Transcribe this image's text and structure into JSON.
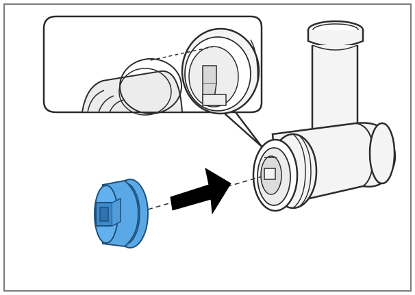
{
  "diagram": {
    "colors": {
      "frame": "#7a7a7a",
      "line": "#2b2b2b",
      "part_fill": "#f4f4f4",
      "shade_fill": "#d8d8d8",
      "accent_part": "#5aa9e6",
      "accent_part_dark": "#2f7fc1",
      "arrow": "#000000"
    },
    "elements": [
      {
        "name": "detail-callout",
        "icon": "magnified-inset"
      },
      {
        "name": "grinder-housing",
        "icon": "meat-grinder-body"
      },
      {
        "name": "adapter-part",
        "icon": "blue-cap-adapter"
      },
      {
        "name": "insert-arrow",
        "icon": "right-arrow"
      },
      {
        "name": "alignment-line",
        "icon": "dashed-line"
      }
    ]
  }
}
